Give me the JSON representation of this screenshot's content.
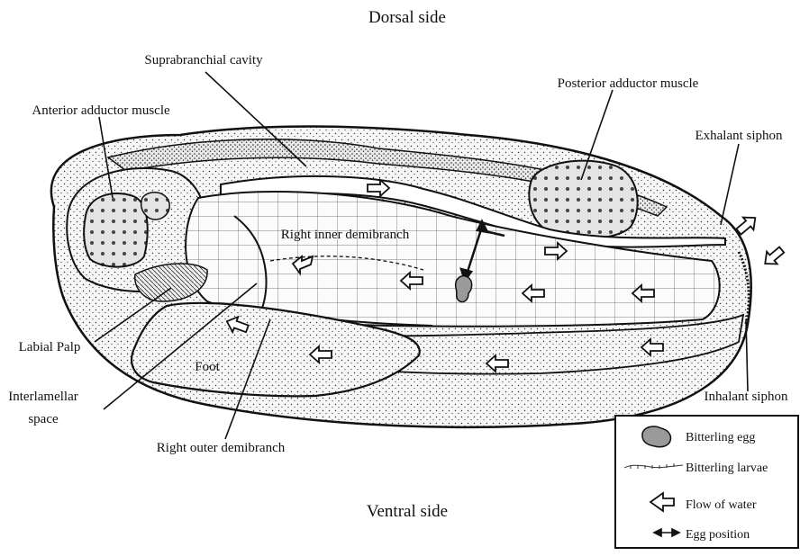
{
  "header": {
    "dorsal": "Dorsal side"
  },
  "footer": {
    "ventral": "Ventral side"
  },
  "labels": {
    "suprabranchial": "Suprabranchial cavity",
    "anterior_adductor": "Anterior adductor muscle",
    "posterior_adductor": "Posterior adductor muscle",
    "exhalant": "Exhalant siphon",
    "right_inner": "Right inner demibranch",
    "labial_palp": "Labial Palp",
    "foot": "Foot",
    "interlamellar_1": "Interlamellar",
    "interlamellar_2": "space",
    "right_outer": "Right outer demibranch",
    "inhalant": "Inhalant siphon"
  },
  "legend": {
    "items": [
      {
        "label": "Bitterling egg",
        "icon": "bitterling-egg-icon"
      },
      {
        "label": "Bitterling larvae",
        "icon": "bitterling-larvae-icon"
      },
      {
        "label": "Flow of water",
        "icon": "water-flow-arrow-icon"
      },
      {
        "label": "Egg position",
        "icon": "double-arrow-icon"
      }
    ]
  },
  "colors": {
    "ink": "#111111",
    "egg_fill": "#9a9a9a",
    "shell_fill": "#f4f4f4"
  }
}
